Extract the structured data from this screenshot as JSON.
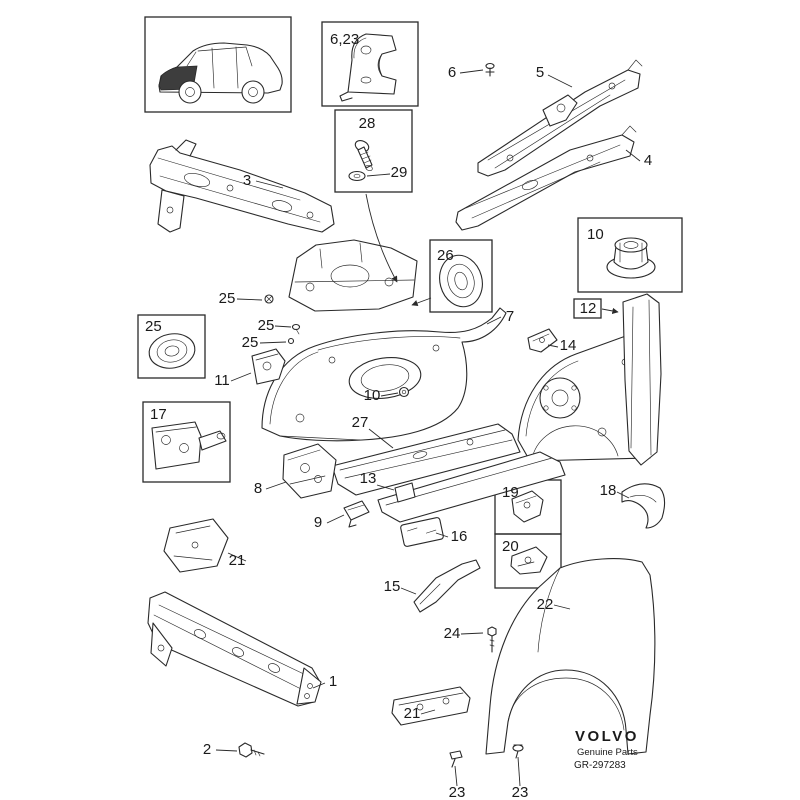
{
  "diagram": {
    "background": "#ffffff",
    "line_color": "#2a2a2a"
  },
  "branding": {
    "brand": "VOLVO",
    "subtitle": "Genuine Parts",
    "reference": "GR-297283"
  },
  "callouts": [
    {
      "id": "6-23",
      "text": "6,23",
      "boxed": true
    },
    {
      "id": "28",
      "text": "28",
      "boxed": true
    },
    {
      "id": "29",
      "text": "29",
      "boxed": false
    },
    {
      "id": "6",
      "text": "6",
      "boxed": false
    },
    {
      "id": "5",
      "text": "5",
      "boxed": false
    },
    {
      "id": "4",
      "text": "4",
      "boxed": false
    },
    {
      "id": "3",
      "text": "3",
      "boxed": false
    },
    {
      "id": "10-box",
      "text": "10",
      "boxed": true
    },
    {
      "id": "26",
      "text": "26",
      "boxed": true
    },
    {
      "id": "25-a",
      "text": "25",
      "boxed": false
    },
    {
      "id": "25-b",
      "text": "25",
      "boxed": false
    },
    {
      "id": "25-c",
      "text": "25",
      "boxed": false
    },
    {
      "id": "25-box",
      "text": "25",
      "boxed": true
    },
    {
      "id": "7",
      "text": "7",
      "boxed": false
    },
    {
      "id": "14",
      "text": "14",
      "boxed": false
    },
    {
      "id": "12",
      "text": "12",
      "boxed": true
    },
    {
      "id": "11",
      "text": "11",
      "boxed": false
    },
    {
      "id": "10",
      "text": "10",
      "boxed": false
    },
    {
      "id": "27",
      "text": "27",
      "boxed": false
    },
    {
      "id": "17",
      "text": "17",
      "boxed": true
    },
    {
      "id": "8",
      "text": "8",
      "boxed": false
    },
    {
      "id": "13",
      "text": "13",
      "boxed": false
    },
    {
      "id": "9",
      "text": "9",
      "boxed": false
    },
    {
      "id": "16",
      "text": "16",
      "boxed": false
    },
    {
      "id": "19",
      "text": "19",
      "boxed": true
    },
    {
      "id": "20",
      "text": "20",
      "boxed": true
    },
    {
      "id": "18",
      "text": "18",
      "boxed": false
    },
    {
      "id": "21-a",
      "text": "21",
      "boxed": false
    },
    {
      "id": "15",
      "text": "15",
      "boxed": false
    },
    {
      "id": "22",
      "text": "22",
      "boxed": false
    },
    {
      "id": "24",
      "text": "24",
      "boxed": false
    },
    {
      "id": "1",
      "text": "1",
      "boxed": false
    },
    {
      "id": "21-b",
      "text": "21",
      "boxed": false
    },
    {
      "id": "2",
      "text": "2",
      "boxed": false
    },
    {
      "id": "23-a",
      "text": "23",
      "boxed": false
    },
    {
      "id": "23-b",
      "text": "23",
      "boxed": false
    }
  ]
}
